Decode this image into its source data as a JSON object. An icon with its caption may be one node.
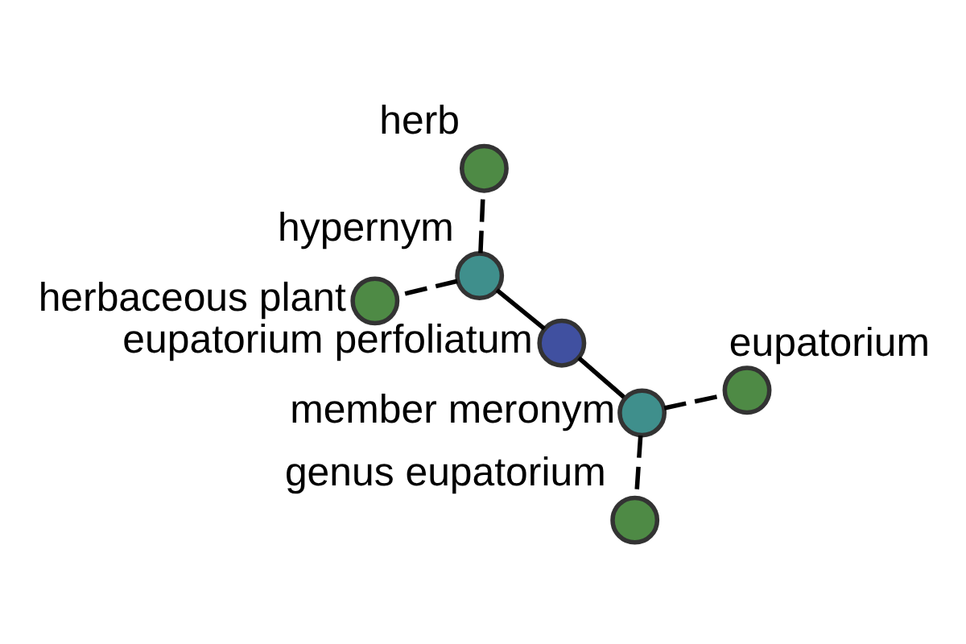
{
  "diagram": {
    "nodes": [
      {
        "text": [],
        "shape": "circle",
        "beside": [
          "genus eupatorium"
        ]
      },
      {
        "text": [],
        "shape": "circle",
        "beside": [
          "member meronym"
        ]
      },
      {
        "text": [],
        "shape": "circle",
        "beside": [
          "eupatorium"
        ]
      },
      {
        "text": [],
        "shape": "circle",
        "beside": [
          "eupatorium perfoliatum"
        ]
      },
      {
        "text": [],
        "shape": "circle",
        "beside": [
          "hypernym"
        ]
      },
      {
        "text": [],
        "shape": "circle",
        "beside": [
          "herb"
        ]
      },
      {
        "text": [],
        "shape": "circle",
        "beside": [
          "herbaceous plant"
        ]
      }
    ],
    "edges": [
      {
        "from": 3,
        "to": 1,
        "arrow": "none"
      },
      {
        "from": 3,
        "to": 4,
        "arrow": "none"
      },
      {
        "from": 1,
        "to": 0,
        "arrow": "none",
        "style": "dashed"
      },
      {
        "from": 1,
        "to": 2,
        "arrow": "none",
        "style": "dashed"
      },
      {
        "from": 4,
        "to": 5,
        "arrow": "none",
        "style": "dashed"
      },
      {
        "from": 4,
        "to": 6,
        "arrow": "none",
        "style": "dashed"
      }
    ]
  }
}
